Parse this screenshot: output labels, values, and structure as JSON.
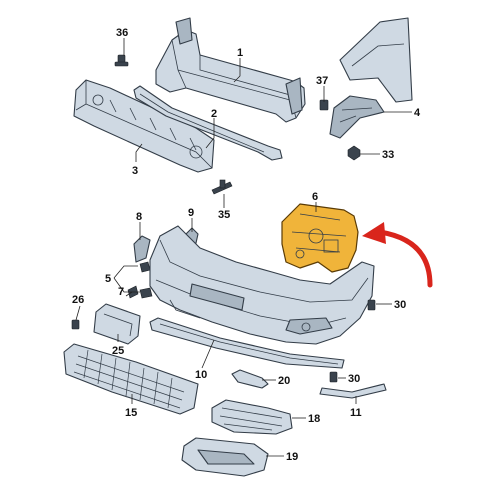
{
  "callouts": {
    "c1": "1",
    "c2": "2",
    "c3": "3",
    "c4": "4",
    "c5": "5",
    "c6": "6",
    "c7": "7",
    "c8": "8",
    "c9": "9",
    "c10": "10",
    "c11": "11",
    "c15": "15",
    "c18": "18",
    "c19": "19",
    "c20": "20",
    "c25": "25",
    "c26": "26",
    "c30a": "30",
    "c30b": "30",
    "c33": "33",
    "c35": "35",
    "c36": "36",
    "c37": "37"
  },
  "colors": {
    "highlight": "#f0b43a",
    "arrow": "#d9251c",
    "part": "#cfd9e3"
  }
}
